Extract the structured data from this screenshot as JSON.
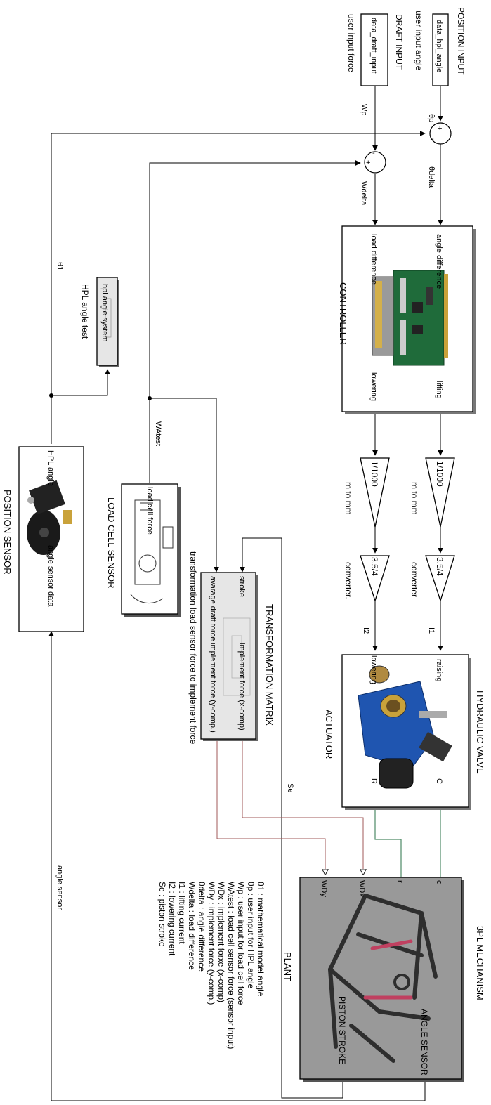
{
  "inputs": {
    "position_title": "POSITION INPUT",
    "position_block": "data_hpl_angle",
    "position_caption": "user input angle",
    "draft_title": "DRAFT INPUT",
    "draft_block": "data_draft_input",
    "draft_caption": "user input force"
  },
  "sums": {
    "angle_sum_signs": [
      "+",
      "-"
    ],
    "force_sum_signs": [
      "+",
      "-"
    ]
  },
  "signals": {
    "theta_p": "θp",
    "w_p": "Wp",
    "theta_delta": "θdelta",
    "w_delta": "Wdelta",
    "theta_1": "θ1",
    "wa_test": "WAtest",
    "i1": "I1",
    "i2": "I2",
    "se": "Se",
    "angle_sensor_wire": "angle sensor"
  },
  "controller": {
    "title": "CONTROLLER",
    "in_angle": "angle difference",
    "in_load": "load difference",
    "out_lifting": "lifting",
    "out_lowering": "lowering"
  },
  "gains": {
    "upper_value": "1/1000",
    "upper_caption": "m to mm",
    "lower_value": "1/1000",
    "lower_caption": "m to  mm",
    "conv_upper_value": "3.5/4",
    "conv_upper_caption": "converter",
    "conv_lower_value": "3.5/4",
    "conv_lower_caption": "converter."
  },
  "hpl_test": {
    "block_label": "hpl angle system",
    "caption": "HPL angle test"
  },
  "position_sensor": {
    "title": "POSITION SENSOR",
    "out_label": "HPL  angle",
    "in_label": "angle sensor  data"
  },
  "load_cell": {
    "title": "LOAD CELL SENSOR",
    "out_label": "load cell force"
  },
  "transformation": {
    "title": "TRANSFORMATION MATRIX",
    "caption": "transformation load sensor force to implement force",
    "in_stroke": "stroke",
    "in_force": "avarage draft force",
    "out_x": "implement force (x-comp)",
    "out_y": "implement force (y-comp.)"
  },
  "actuator": {
    "title": "HYDRAULIC VALVE",
    "caption": "ACTUATOR",
    "in_raising": "raising",
    "in_lowering": "lowering",
    "out_c": "C",
    "out_r": "R"
  },
  "plant": {
    "title": "3PL MECHANISM",
    "caption": "PLANT",
    "port_c": "c",
    "port_r": "r",
    "port_wdx": "WDx",
    "port_wdy": "WDy",
    "out_angle": "ANGLE SENSOR",
    "out_stroke": "PISTON STROKE"
  },
  "legend": [
    "θ1 : mathematical model angle",
    "θp : user input for HPL angle",
    "Wp : user input for load cell force",
    "WAtest : load cell sensor force (sensor input)",
    "WDx : implement forxe (x-comp)",
    "WDy : implement force (y-comp.)",
    "θdelta : angle difference",
    "Wdelta : load difference",
    "I1 : lifting current",
    "I2 : lowering current",
    "Se : piston stroke"
  ],
  "icons": [
    "daq-card-image",
    "angle-sensor-image",
    "load-cell-image",
    "hydraulic-valve-image",
    "three-point-linkage-image"
  ]
}
